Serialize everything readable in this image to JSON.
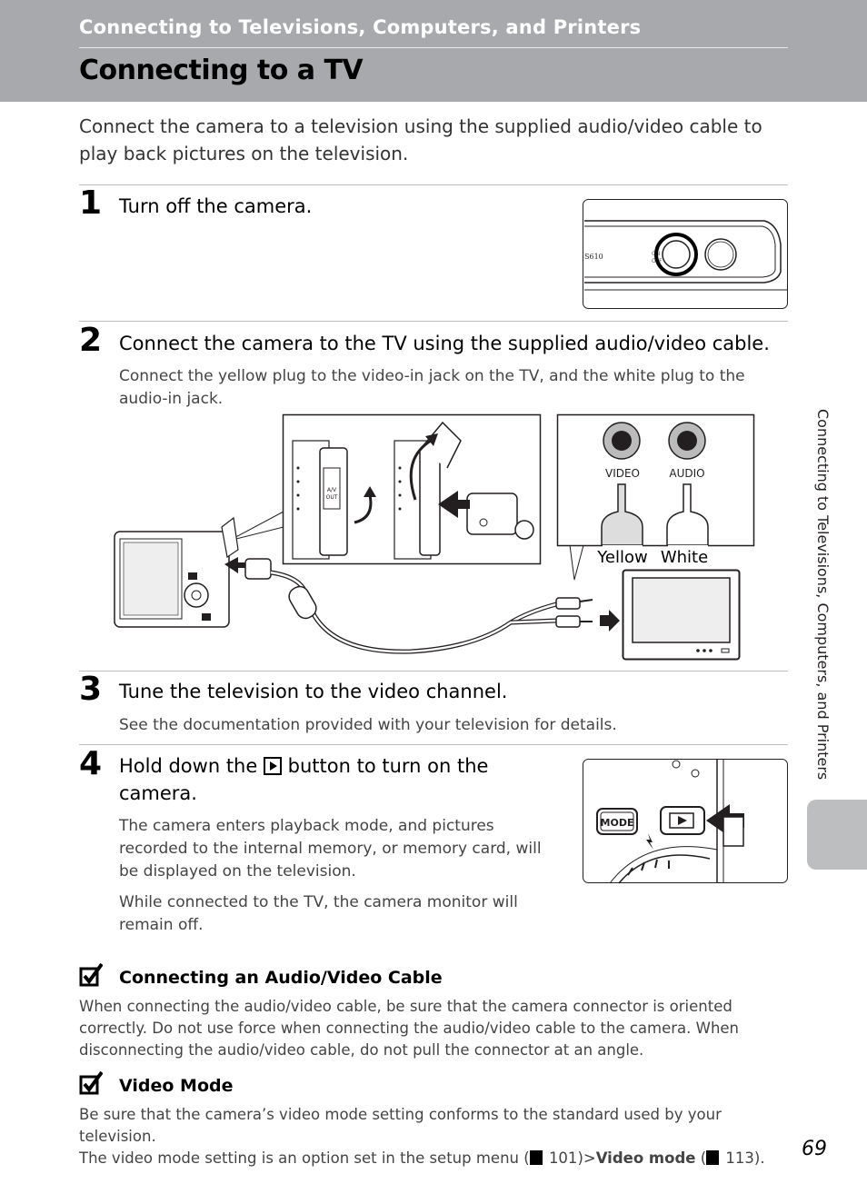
{
  "header": {
    "chapter": "Connecting to Televisions, Computers, and Printers",
    "title": "Connecting to a TV"
  },
  "intro": "Connect the camera to a television using the supplied audio/video cable to play back pictures on the television.",
  "steps": [
    {
      "number": "1",
      "title": "Turn off the camera."
    },
    {
      "number": "2",
      "title": "Connect the camera to the TV using the supplied audio/video cable.",
      "body": "Connect the yellow plug to the video-in jack on the TV, and the white plug to the audio-in jack."
    },
    {
      "number": "3",
      "title": "Tune the television to the video channel.",
      "body": "See the documentation provided with your television for details."
    },
    {
      "number": "4",
      "title_before": "Hold down the",
      "title_after": "button to turn on the camera.",
      "body1": "The camera enters playback mode, and pictures recorded to the internal memory, or memory card, will be displayed on the television.",
      "body2": "While connected to the TV, the camera monitor will remain off."
    }
  ],
  "figure_labels": {
    "model": "S610",
    "video": "VIDEO",
    "audio": "AUDIO",
    "yellow": "Yellow",
    "white": "White",
    "av_out": "A/V OUT",
    "mode": "MODE"
  },
  "notes": [
    {
      "title": "Connecting an Audio/Video Cable",
      "body": "When connecting the audio/video cable, be sure that the camera connector is oriented correctly. Do not use force when connecting the audio/video cable to the camera. When disconnecting the audio/video cable, do not pull the connector at an angle."
    },
    {
      "title": "Video Mode",
      "body1": "Be sure that the camera’s video mode setting conforms to the standard used by your television.",
      "body2_pre": "The video mode setting is an option set in the setup menu (",
      "ref1": "101",
      "body2_mid": ")>",
      "bold": "Video mode",
      "body2_mid2": " (",
      "ref2": "113",
      "body2_end": ")."
    }
  ],
  "side_tab": "Connecting to Televisions, Computers, and Printers",
  "page_number": "69",
  "icons": {
    "note_icon": "checkmark-note-icon",
    "playback_icon": "playback-button-icon",
    "reference_icon": "page-reference-icon"
  }
}
